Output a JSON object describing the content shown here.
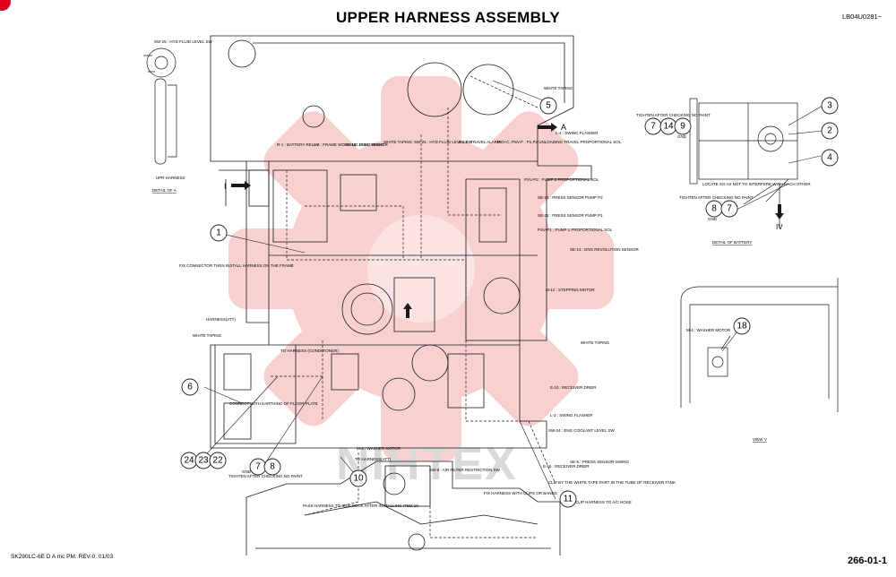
{
  "title": "UPPER HARNESS ASSEMBLY",
  "doc_id": "LB04U0281~",
  "footer_left": "SK290LC-6E D A mc PM. REV-0: 01/03",
  "page_number": "266-01-1",
  "watermark": "NIHTEX",
  "view_labels": {
    "detail_a": "DETAIL OF A",
    "detail_battery": "DETAIL OF BATTERY",
    "view_v": "VIEW V"
  },
  "callout_numbers": [
    "1",
    "2",
    "3",
    "4",
    "5",
    "6",
    "7",
    "14",
    "9",
    "8",
    "7",
    "18",
    "24",
    "23",
    "22",
    "7",
    "8",
    "10",
    "11"
  ],
  "labels": {
    "sw25": "SW-25 : HYD FLUID LEVEL SW",
    "upr_harness": "UPR HARNESS",
    "r1": "R-1 : BATTERY RELAY",
    "l2": "L-2 : FRAME WORKING LIGHT RIGHT",
    "se15": "SE-15 : FUEL SENSOR",
    "white_taping_top": "WHITE TAPING",
    "sw26": "SW-26 : HYD FLUID LEVEL SW",
    "e13": "E-13 : TRAVEL ALARM",
    "psvc": "PSV-C, PSV-F : P1,P2 UNLOADING TRAVEL PROPORTIONAL SOL",
    "l4": "L-4 : SWING FLASHER",
    "white_taping_right": "WHITE TAPING",
    "tighten_top": "TIGHTEN AFTER CHECKING NO PAINT",
    "psvp2": "PSV-P2 : PUMP 2 PROPORTIONAL SOL",
    "se23": "SE-23 : PRESS SENSOR PUMP P2",
    "se22": "SE-22 : PRESS SENSOR PUMP P1",
    "psvp1": "PSV-P1 : PUMP 1 PROPORTIONAL SOL",
    "se13": "SE-13 : ENG REVOLUTION SENSOR",
    "m12": "M-12 : STEPPING MOTOR",
    "white_taping_mid": "WHITE TAPING",
    "fix_connector": "FIX CONNECTOR THEN INSTALL HARNESS ON THE FRAME",
    "harness_att": "HARNESS(ATT)",
    "white_taping_left": "WHITE TAPING",
    "to_harness_conditioner": "TO HARNESS (CONDITIONER)",
    "connect_earthing": "CONNECT WITH EARTHING OF FLOOR PLATE",
    "e10": "E-10 : RECEIVER DRIER",
    "l3": "L-3 : SWING FLASHER",
    "sw24": "SW-24 : ENG COOLANT LEVEL SW",
    "se5": "SE-5 : PRESS SENSOR-SWING",
    "e16": "E-16 : RECEIVER DRIER",
    "m4_bottom": "M-4 : WASHER MOTOR",
    "to_harness_att": "TO HARNESS(ATT)",
    "sw8": "SW-8 : AIR FILTER RESTRICTION SW",
    "fix_harness": "FIX HARNESS WITH CLIPS OR BANDS",
    "pass_harness": "PASS HARNESS TO SIDE DECK AFTER INSTALLING ITEM 10",
    "clip_white_tape": "CLIP BY THE WHITE TAPE PART IN THE TUBE OF RECEIVER TANK",
    "clip_harness_ac": "CLIP HARNESS TO A/C HOSE",
    "tighten_left": "TIGHTEN AFTER CHECKING NO PAINT",
    "tighten_battery": "TIGHTEN AFTER CHECKING NO PAINT",
    "m4_view": "M-4 : WASHER MOTOR",
    "gnd1": "GND",
    "gnd2": "GND",
    "gnd3": "GND",
    "arrow_a": "A",
    "arrow_i": "I",
    "arrow_iv": "IV",
    "battery_note": "LOCATE SO AS NOT TO INTERFERE WITH EACH OTHER"
  },
  "colors": {
    "brand_red": "#e2001a",
    "watermark_gear": "#f7c8c8",
    "line": "#1a1a1a"
  }
}
